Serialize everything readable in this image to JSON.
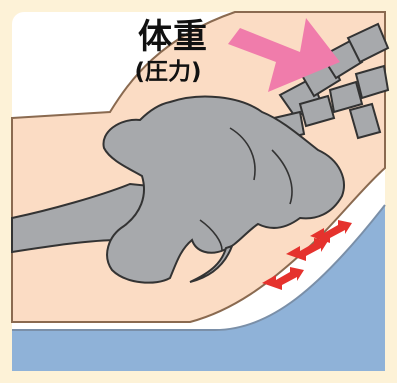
{
  "labels": {
    "weight": "体重",
    "pressure": "(圧力)"
  },
  "colors": {
    "background": "#fdf2d7",
    "skin": "#fbdcc4",
    "mattress": "#8fb2d8",
    "bone": "#a7a9ac",
    "pressure_arrow": "#f07cab",
    "force_arrows": "#e5322d"
  },
  "icons": [
    "down-left-pressure-arrow",
    "red-double-arrow"
  ]
}
